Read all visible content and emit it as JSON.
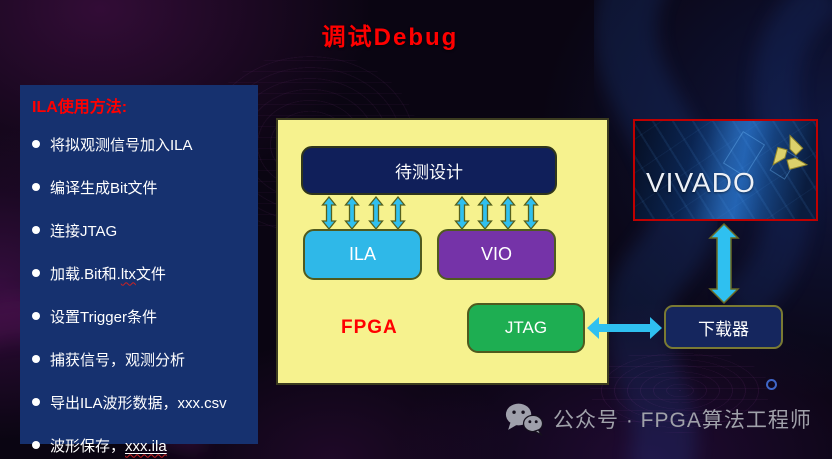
{
  "title": "调试Debug",
  "left_panel": {
    "heading": "ILA使用方法:",
    "items": [
      {
        "pre": "将拟观测信号加入ILA",
        "mark": "",
        "post": ""
      },
      {
        "pre": "编译生成Bit文件",
        "mark": "",
        "post": ""
      },
      {
        "pre": "连接JTAG",
        "mark": "",
        "post": ""
      },
      {
        "pre": "加载.Bit和.",
        "mark": "ltx",
        "post": "文件"
      },
      {
        "pre": "设置Trigger条件",
        "mark": "",
        "post": ""
      },
      {
        "pre": "捕获信号，观测分析",
        "mark": "",
        "post": ""
      },
      {
        "pre": "导出ILA波形数据，xxx.csv",
        "mark": "",
        "post": ""
      },
      {
        "pre": "波形保存，",
        "mark": "xxx.ila",
        "post": ""
      }
    ]
  },
  "diagram": {
    "fpga_label": "FPGA",
    "dut_label": "待测设计",
    "ila_label": "ILA",
    "vio_label": "VIO",
    "jtag_label": "JTAG",
    "downloader_label": "下载器"
  },
  "vivado": {
    "label": "VIVADO"
  },
  "watermark": {
    "text": "公众号 · FPGA算法工程师"
  },
  "colors": {
    "accent_red": "#ff0000",
    "fpga_yellow": "#f6f28e",
    "ila_cyan": "#2fb8e8",
    "vio_purple": "#7533a8",
    "jtag_green": "#1eae52",
    "panel_navy": "#16316f",
    "box_navy": "#101f5a",
    "arrow_cyan": "#2fc0f0",
    "vivado_border_red": "#c00000"
  }
}
